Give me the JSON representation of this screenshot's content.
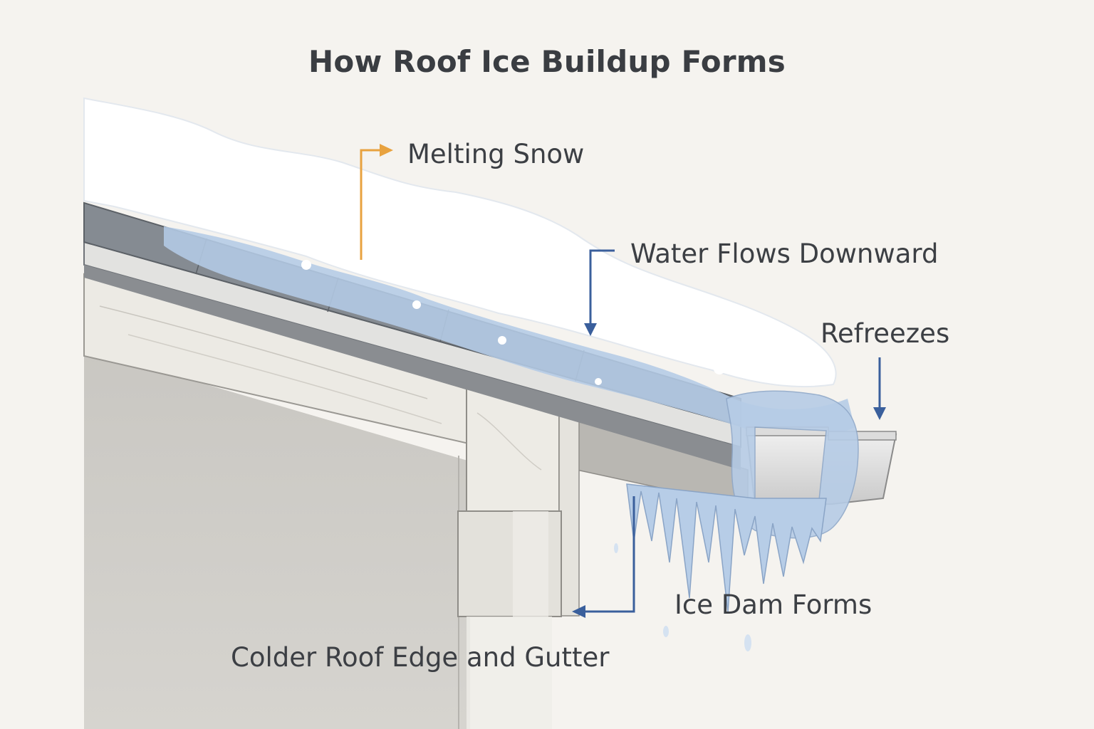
{
  "title": "How Roof Ice Buildup Forms",
  "labels": {
    "melting_snow": "Melting Snow",
    "water_flows": "Water Flows Downward",
    "refreezes": "Refreezes",
    "ice_dam": "Ice Dam Forms",
    "colder_edge": "Colder Roof Edge and Gutter"
  },
  "colors": {
    "background": "#f5f3ef",
    "orange_arrow": "#e8a23f",
    "blue_arrow": "#3a5f9c",
    "ice": "#b8cde6",
    "snow": "#ffffff",
    "shingles": "#8c9298",
    "wall": "#cfcdc8",
    "wood": "#ecebe6"
  }
}
